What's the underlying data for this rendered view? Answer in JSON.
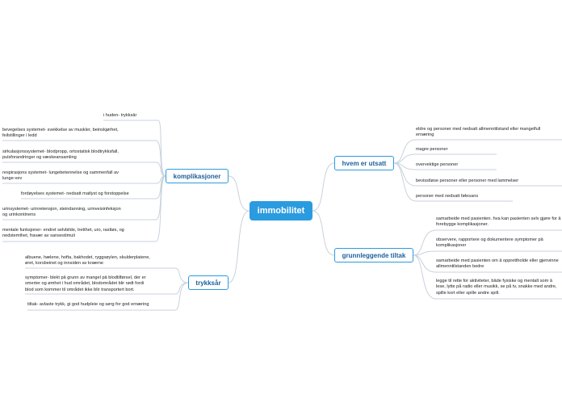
{
  "central": "immobilitet",
  "branches": {
    "komplikasjoner": {
      "label": "komplikasjoner",
      "items": [
        [
          "i huden- trykksår"
        ],
        [
          "bevegelses systemet- svekkelse av muskler, beinskjørhet,",
          "feilstillinger i ledd"
        ],
        [
          "sirkulasjonssystemet- blodpropp, ortostatisk blodtrykksfall,",
          "pulsforandringer og væskeansamling"
        ],
        [
          "respirasjons systemet- lungebetennelse og sammenfall av",
          "lunge-vev"
        ],
        [
          "fordøyelses systemet- nedsatt matlyst og forstoppelse"
        ],
        [
          "urinsystemet- urinretensjon, steindanning, urinveisinfeksjon",
          "og urinkontinens"
        ],
        [
          "mentale funksjoner- endret selvbilde, tretthet, uro, rastløs, og",
          "nedstemthet, fravær av sansestimuli"
        ]
      ]
    },
    "trykksar": {
      "label": "trykksår",
      "items": [
        [
          "albuene, hælene, hofta, bakhodet, ryggsøylen, skulderplatene,",
          "øret, korsbeinet og innsiden av knærne"
        ],
        [
          "symptomer- blekt på grunn av mangel på blodtilførsel, der er",
          "smerter og ømhet i hud området, blodområdet blir rødt fordi",
          "blod som kommer til området ikke blir transportert bort."
        ],
        [
          "tiltak- avlaste trykk, gi god hudpleie og sørg for god ernæring"
        ]
      ]
    },
    "hvem_er_utsatt": {
      "label": "hvem er utsatt",
      "items": [
        [
          "eldre og personer med nedsatt allmenntilstand eller mangelfull",
          "ernæring"
        ],
        [
          "magre personer"
        ],
        [
          "overvektige personer"
        ],
        [
          "bevisstløse personer eller personer med lammelser"
        ],
        [
          "personer med nedsatt følesans"
        ]
      ]
    },
    "grunnleggende_tiltak": {
      "label": "grunnleggende tiltak",
      "items": [
        [
          "samarbeide med pasienten. hva kan pasienten selv gjøre for å",
          "forebygge komplikasjoner."
        ],
        [
          "observere, rapportere og dokumentere symptomer på",
          "komplikasjoner"
        ],
        [
          "samarbeide med pasienten om å opprettholde eller gjenvinne",
          "allmenntilstanden bedre"
        ],
        [
          "legge til rette for aktiviteter, både fysiske og mentalt som å",
          "lese, lytte på radio eller musikk, se på tv, snakke med andre,",
          "spille kort eller spille andre spill."
        ]
      ]
    }
  },
  "colors": {
    "accent": "#2b9be0",
    "main_text": "#1b5f9c",
    "line": "#c8d2dc"
  }
}
